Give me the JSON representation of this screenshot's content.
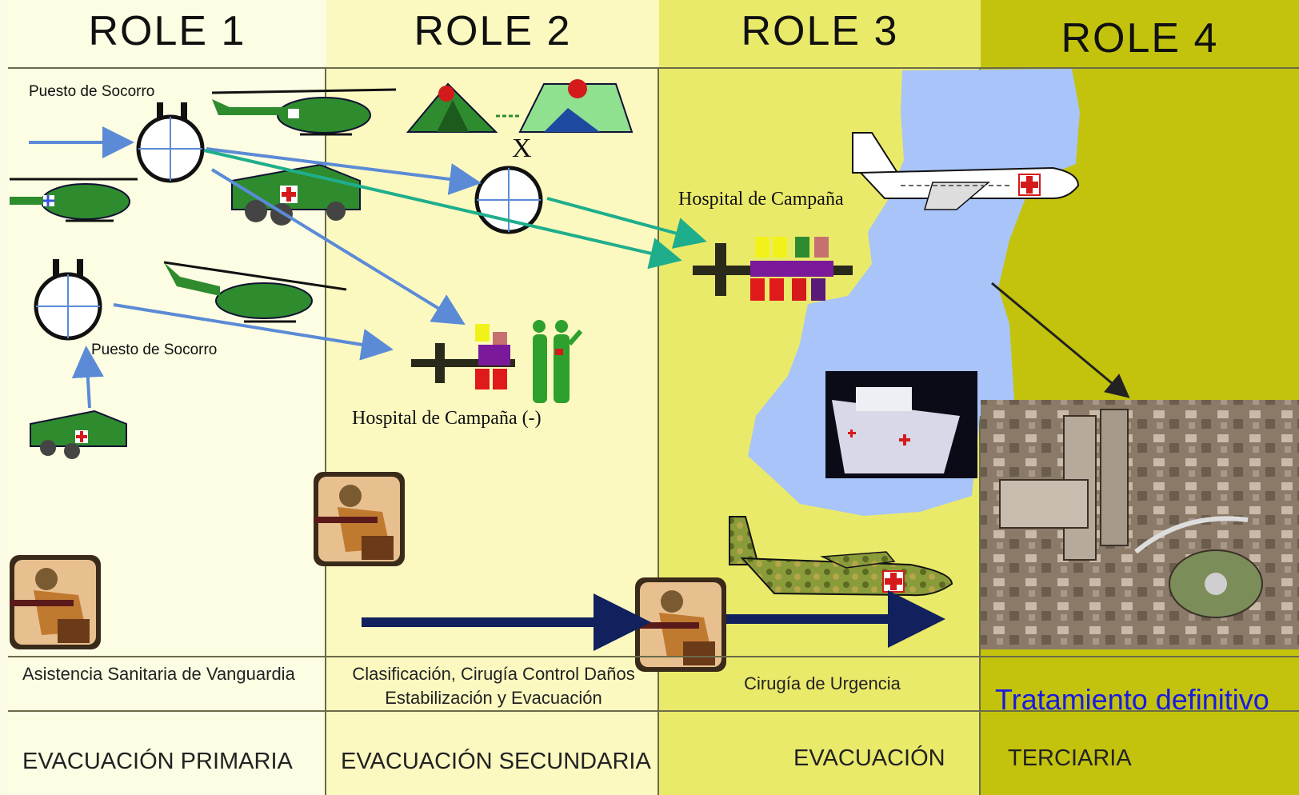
{
  "roles": [
    {
      "header": "ROLE  1",
      "description": "Asistencia Sanitaria de Vanguardia",
      "evacuation": "EVACUACIÓN PRIMARIA"
    },
    {
      "header": "ROLE  2",
      "description": "Clasificación, Cirugía Control Daños\nEstabilización  y Evacuación",
      "evacuation": "EVACUACIÓN SECUNDARIA"
    },
    {
      "header": "ROLE  3",
      "description": "Cirugía de Urgencia",
      "evacuation": "EVACUACIÓN"
    },
    {
      "header": "ROLE  4",
      "description": "Tratamiento definitivo",
      "evacuation": "TERCIARIA"
    }
  ],
  "labels": {
    "puesto_socorro_1": "Puesto de Socorro",
    "puesto_socorro_2": "Puesto de Socorro",
    "hospital_campana_reducido": "Hospital de Campaña (-)",
    "hospital_campana": "Hospital de Campaña",
    "tent_marker": "X"
  },
  "colors": {
    "role1_bg": "#fdfde3",
    "role2_bg": "#fbf9c0",
    "role3_bg": "#eaea6a",
    "role4_bg": "#c3c30e",
    "water": "#a8c4f8",
    "arrow_blue": "#5b8bd6",
    "arrow_teal": "#1fae8c",
    "arrow_navy": "#12205e",
    "military_green": "#2e8b2e",
    "definitive_text": "#1a1ae0"
  },
  "icons": [
    "helicopter-icon",
    "ambulance-icon",
    "aid-station-icon",
    "field-tent-icon",
    "field-hospital-icon",
    "surgeons-icon",
    "soldier-icon",
    "airliner-icon",
    "transport-plane-icon",
    "hospital-ship-image",
    "hospital-city-image"
  ]
}
